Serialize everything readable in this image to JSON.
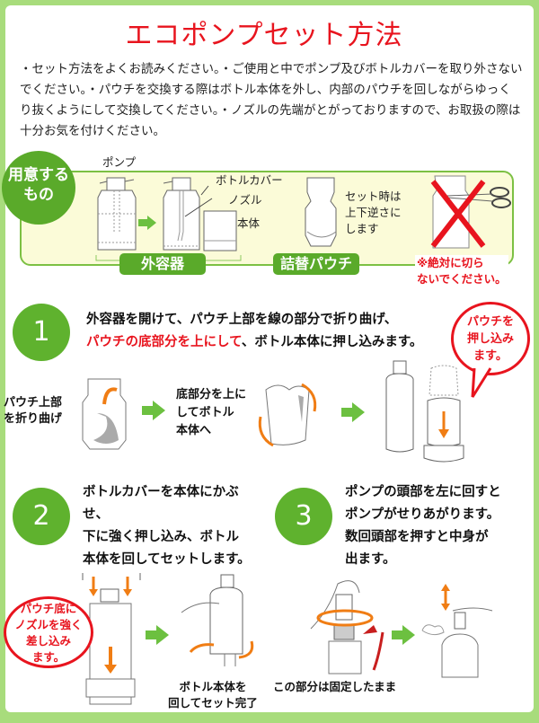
{
  "page": {
    "title": "エコポンプセット方法",
    "intro": "・セット方法をよくお読みください。・ご使用と中でポンプ及びボトルカバーを取り外さないでください。・パウチを交換する際はボトル本体を外し、内部のパウチを回しながらゆっくり抜くようにして交換してください。・ノズルの先端がとがっておりますので、お取扱の際は十分お気を付けください。"
  },
  "items_needed": {
    "badge_line1": "用意する",
    "badge_line2": "もの",
    "labels": {
      "pump": "ポンプ",
      "bottle_cover": "ボトルカバー",
      "nozzle": "ノズル",
      "body": "本体",
      "pouch_note_line1": "セット時は",
      "pouch_note_line2": "上下逆さに",
      "pouch_note_line3": "します"
    },
    "outer_container_tag": "外容器",
    "refill_pouch_tag": "詰替パウチ",
    "warning_line1": "※絶対に切ら",
    "warning_line2": "ないでください。"
  },
  "steps": [
    {
      "number": "1",
      "text_line1": "外容器を開けて、パウチ上部を線の部分で折り曲げ、",
      "text_line2_red": "パウチの底部分を上にして",
      "text_line2_rest": "、ボトル本体に押し込みます。",
      "bubble_line1": "パウチを",
      "bubble_line2": "押し込み",
      "bubble_line3": "ます。",
      "caption_fold_line1": "パウチ上部",
      "caption_fold_line2": "を折り曲げ",
      "caption_flip_line1": "底部分を上に",
      "caption_flip_line2": "してボトル",
      "caption_flip_line3": "本体へ"
    },
    {
      "number": "2",
      "text_line1": "ボトルカバーを本体にかぶせ、",
      "text_line2": "下に強く押し込み、ボトル",
      "text_line3": "本体を回してセットします。",
      "bubble_line1": "パウチ底に",
      "bubble_line2": "ノズルを強く",
      "bubble_line3": "差し込み",
      "bubble_line4": "ます。",
      "caption_line1": "ボトル本体を",
      "caption_line2": "回してセット完了"
    },
    {
      "number": "3",
      "text_line1": "ポンプの頭部を左に回すと",
      "text_line2": "ポンプがせりあがります。",
      "text_line3": "数回頭部を押すと中身が",
      "text_line4": "出ます。",
      "caption": "この部分は固定したまま"
    }
  ],
  "colors": {
    "frame_green": "#a8dc7c",
    "step_green": "#5fb22e",
    "title_red": "#e8141e",
    "arrow_orange": "#f07d14",
    "panel_yellow": "#fbfbd8"
  }
}
